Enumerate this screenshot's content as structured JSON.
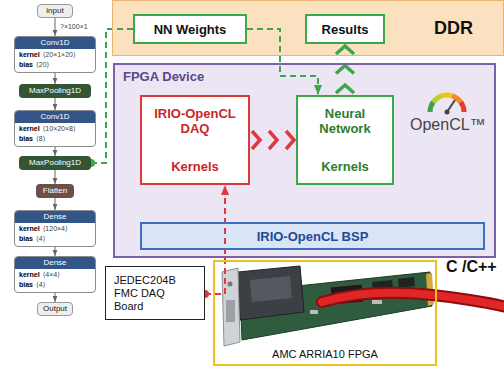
{
  "diagram": {
    "nodes": [
      {
        "text": [
          "input"
        ]
      },
      {
        "text": [
          "Conv1D",
          "kernel",
          "⟨20×1×20⟩",
          "bias",
          "⟨20⟩"
        ]
      },
      {
        "text": [
          "MaxPooling1D"
        ]
      },
      {
        "text": [
          "Conv1D",
          "kernel",
          "⟨10×20×8⟩",
          "bias",
          "⟨8⟩"
        ]
      },
      {
        "text": [
          "MaxPooling1D"
        ]
      },
      {
        "text": [
          "Flatten"
        ]
      },
      {
        "text": [
          "Dense",
          "kernel",
          "⟨120×4⟩",
          "bias",
          "⟨4⟩"
        ]
      },
      {
        "text": [
          "Dense",
          "kernel",
          "⟨4×4⟩",
          "bias",
          "⟨4⟩"
        ]
      },
      {
        "text": [
          "Output"
        ]
      },
      {
        "text": [
          "DDR"
        ]
      },
      {
        "text": [
          "NN Weights"
        ],
        "in": 9
      },
      {
        "text": [
          "Results"
        ],
        "in": 9
      },
      {
        "text": [
          "FPGA Device"
        ]
      },
      {
        "text": [
          "IRIO-OpenCL DAQ",
          "Kernels"
        ],
        "in": 12
      },
      {
        "text": [
          "Neural Network",
          "Kernels"
        ],
        "in": 12
      },
      {
        "text": [
          "IRIO-OpenCL BSP"
        ],
        "in": 12
      },
      {
        "text": [
          "JEDEC204B FMC DAQ Board"
        ]
      },
      {
        "text": [
          "AMC ARRIA10 FPGA"
        ]
      }
    ],
    "edges": [
      {
        "from": 0,
        "to": 1,
        "arrow": "to",
        "label": "?×100×1"
      },
      {
        "from": 1,
        "to": 2,
        "arrow": "to"
      },
      {
        "from": 2,
        "to": 3,
        "arrow": "to"
      },
      {
        "from": 3,
        "to": 4,
        "arrow": "to"
      },
      {
        "from": 4,
        "to": 5,
        "arrow": "to"
      },
      {
        "from": 5,
        "to": 6,
        "arrow": "to"
      },
      {
        "from": 6,
        "to": 7,
        "arrow": "to"
      },
      {
        "from": 7,
        "to": 8,
        "arrow": "to"
      },
      {
        "from": 4,
        "to": 10,
        "arrow": "none"
      },
      {
        "from": 10,
        "to": 14,
        "arrow": "to"
      },
      {
        "from": 14,
        "to": 11,
        "arrow": "to"
      },
      {
        "from": 13,
        "to": 14,
        "arrow": "to"
      },
      {
        "from": 16,
        "to": 13,
        "arrow": "to"
      }
    ],
    "labels": [
      "OpenCL™",
      "C /C++"
    ]
  }
}
